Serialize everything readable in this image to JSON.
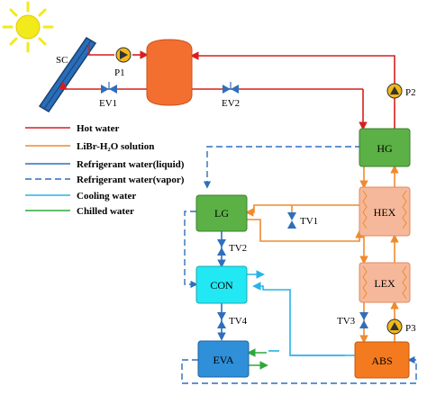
{
  "components": {
    "sc": "SC",
    "p1": "P1",
    "p2": "P2",
    "p3": "P3",
    "ev1": "EV1",
    "ev2": "EV2",
    "hg": "HG",
    "lg": "LG",
    "hex": "HEX",
    "lex": "LEX",
    "con": "CON",
    "eva": "EVA",
    "abs": "ABS",
    "tv1": "TV1",
    "tv2": "TV2",
    "tv3": "TV3",
    "tv4": "TV4"
  },
  "legend": [
    {
      "label": "Hot water",
      "color": "#d81e1e",
      "style": "solid"
    },
    {
      "label": "LiBr-H₂O solution",
      "color": "#f08a2e",
      "style": "solid"
    },
    {
      "label": "Refrigerant water(liquid)",
      "color": "#2e6fbd",
      "style": "solid"
    },
    {
      "label": "Refrigerant water(vapor)",
      "color": "#2e6fbd",
      "style": "dashed"
    },
    {
      "label": "Cooling water",
      "color": "#27b3e6",
      "style": "solid"
    },
    {
      "label": "Chilled water",
      "color": "#2ea83a",
      "style": "solid"
    }
  ],
  "colors": {
    "hot_water": "#d81e1e",
    "solution": "#f08a2e",
    "refrigerant": "#2e6fbd",
    "cooling": "#27b3e6",
    "chilled": "#2ea83a",
    "generator_fill": "#5cb146",
    "exchanger_fill": "#f6b89a",
    "condenser_fill": "#22e8f4",
    "evaporator_fill": "#2f8fd8",
    "absorber_fill": "#f47a1f",
    "tank_fill": "#f36f2f",
    "sun": "#f2ea1a",
    "pump": "#f2b81a"
  }
}
